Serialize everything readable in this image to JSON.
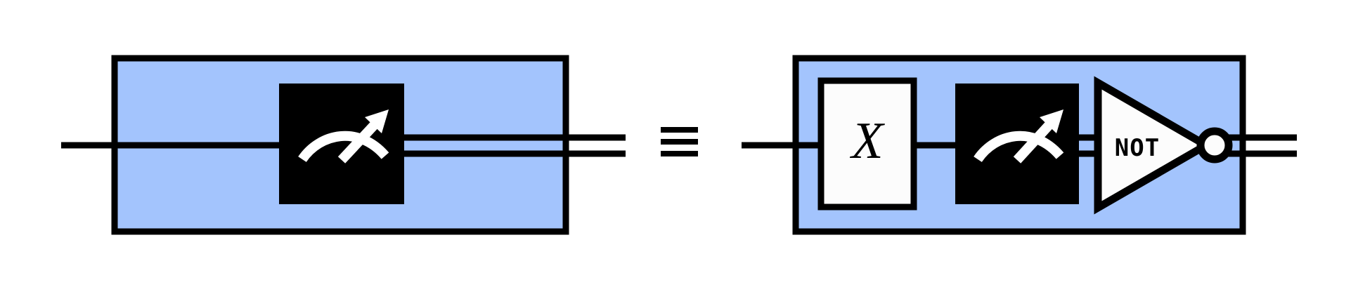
{
  "figure": {
    "kind": "quantum-circuit-identity",
    "background_color": "#FFFFFF",
    "stroke_color": "#000000",
    "block_fill_color": "#A3C4FD",
    "gate_fill_white": "#FCFCFC",
    "gate_fill_black": "#000000",
    "meter_glyph_color": "#FFFFFF",
    "relation_symbol": "≡",
    "relation_name": "equivalent-to"
  },
  "left_circuit": {
    "name": "measurement-block",
    "label": "",
    "wire_in": {
      "type": "quantum",
      "label": ""
    },
    "wire_out": {
      "type": "classical",
      "label": ""
    },
    "gates": [
      {
        "id": "measure",
        "type": "measurement",
        "label": "",
        "icon": "measure-meter-icon",
        "fill": "#000000"
      }
    ]
  },
  "right_circuit": {
    "name": "x-measure-not-block",
    "label": "",
    "wire_in": {
      "type": "quantum",
      "label": ""
    },
    "wire_out": {
      "type": "classical",
      "label": ""
    },
    "gates": [
      {
        "id": "x-gate",
        "type": "unitary",
        "label": "X",
        "icon": "x-gate-icon",
        "fill": "#FCFCFC"
      },
      {
        "id": "measure",
        "type": "measurement",
        "label": "",
        "icon": "measure-meter-icon",
        "fill": "#000000"
      },
      {
        "id": "not-gate",
        "type": "classical-inverter",
        "label": "NOT",
        "icon": "not-gate-icon",
        "fill": "#FCFCFC"
      }
    ]
  }
}
